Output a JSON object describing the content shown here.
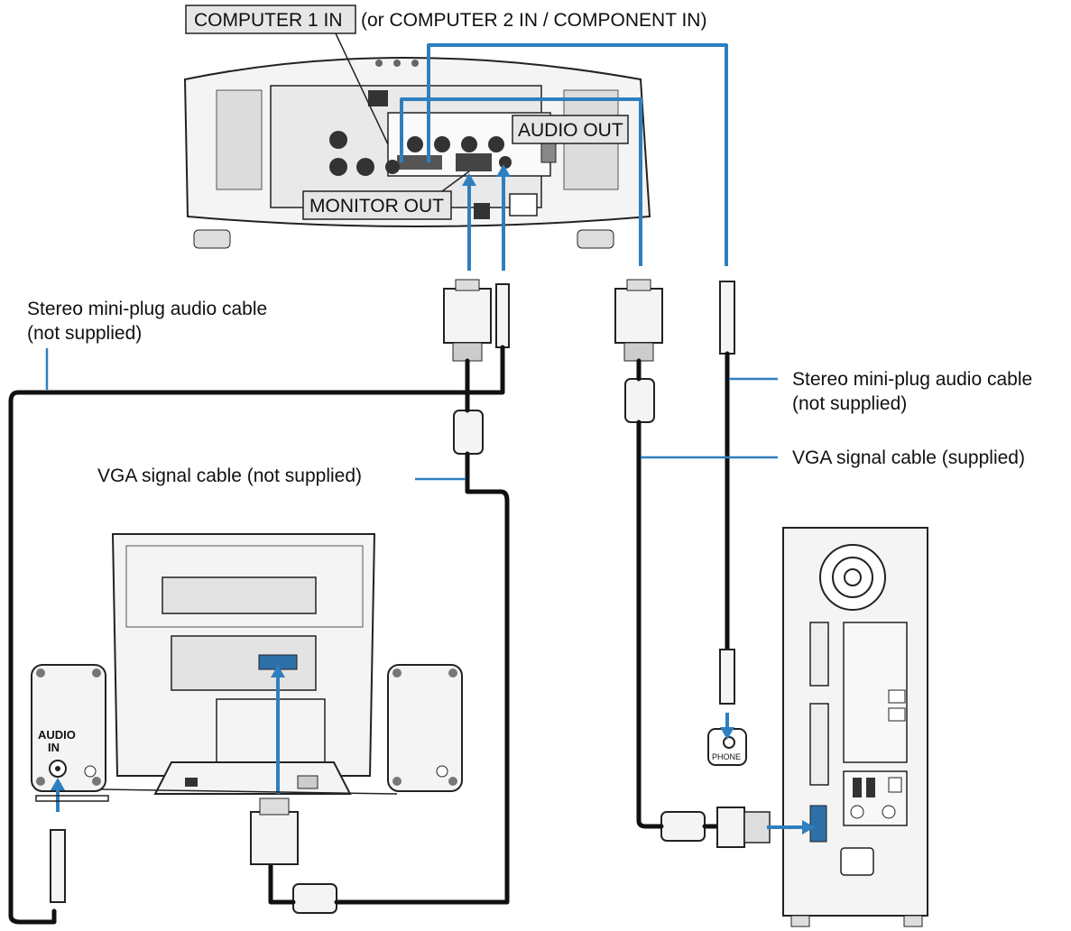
{
  "labels": {
    "computer1_in": "COMPUTER 1 IN",
    "computer1_in_alt": "(or COMPUTER 2 IN / COMPONENT IN)",
    "audio_out": "AUDIO OUT",
    "monitor_out": "MONITOR OUT",
    "stereo_cable_left_line1": "Stereo mini-plug audio cable",
    "stereo_cable_left_line2": "(not supplied)",
    "stereo_cable_right_line1": "Stereo mini-plug audio cable",
    "stereo_cable_right_line2": "(not supplied)",
    "vga_not_supplied": "VGA signal cable (not supplied)",
    "vga_supplied": "VGA signal cable (supplied)",
    "audio_in_line1": "AUDIO",
    "audio_in_line2": "IN",
    "phone": "PHONE"
  },
  "colors": {
    "signal_arrow": "#2f7fbf",
    "cable": "#111111",
    "label_box": "#e6e6e6"
  }
}
